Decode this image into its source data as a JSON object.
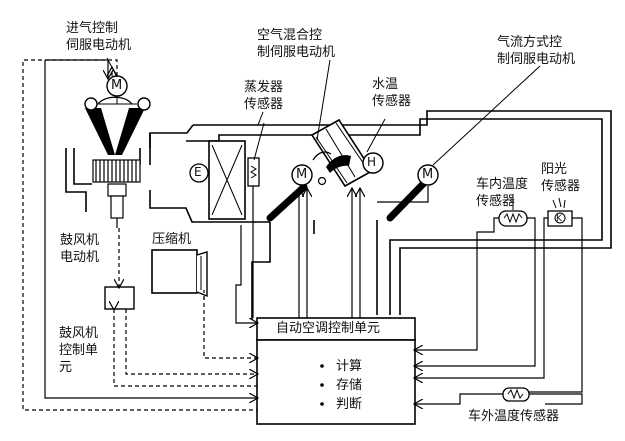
{
  "labels": {
    "intake_servo": "进气控制\n伺服电动机",
    "blower_motor": "鼓风机\n电动机",
    "compressor": "压缩机",
    "blower_unit": "鼓风机\n控制单\n元",
    "evaporator_sensor": "蒸发器\n传感器",
    "airmix_servo": "空气混合控\n制伺服电动机",
    "water_temp_sensor": "水温\n传感器",
    "airflow_servo": "气流方式控\n制伺服电动机",
    "incar_sensor": "车内温度\n传感器",
    "sun_sensor": "阳光\n传感器",
    "ecu_title": "自动空调控制单元",
    "ecu_items": [
      "计算",
      "存储",
      "判断"
    ],
    "outside_sensor": "车外温度传感器",
    "evap_symbol": "E",
    "heater_symbol": "H",
    "motor_symbol": "M",
    "sun_symbol": "K"
  }
}
